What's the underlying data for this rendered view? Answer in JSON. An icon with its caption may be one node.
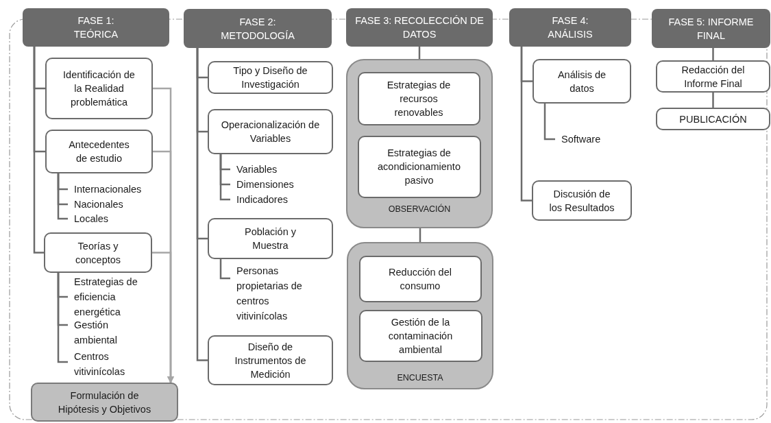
{
  "diagram": {
    "nodes": [
      {
        "text": [
          "FASE 1: TEÓRICA"
        ]
      },
      {
        "text": [
          "Identificación de la Realidad problemática"
        ]
      },
      {
        "text": [
          "Antecedentes de estudio"
        ]
      },
      {
        "text": [
          "Internacionales"
        ]
      },
      {
        "text": [
          "Nacionales"
        ]
      },
      {
        "text": [
          "Locales"
        ]
      },
      {
        "text": [
          "Teorías y conceptos"
        ]
      },
      {
        "text": [
          "Estrategias de eficiencia energética"
        ]
      },
      {
        "text": [
          "Gestión ambiental"
        ]
      },
      {
        "text": [
          "Centros vitivinícolas"
        ]
      },
      {
        "text": [
          "Formulación de Hipótesis y Objetivos"
        ]
      },
      {
        "text": [
          "FASE 2: METODOLOGÍA"
        ]
      },
      {
        "text": [
          "Tipo y Diseño de Investigación"
        ]
      },
      {
        "text": [
          "Operacionalización de Variables"
        ]
      },
      {
        "text": [
          "Variables"
        ]
      },
      {
        "text": [
          "Dimensiones"
        ]
      },
      {
        "text": [
          "Indicadores"
        ]
      },
      {
        "text": [
          "Población y Muestra"
        ]
      },
      {
        "text": [
          "Personas propietarias de centros vitivinícolas"
        ]
      },
      {
        "text": [
          "Diseño de Instrumentos de Medición"
        ]
      },
      {
        "text": [
          "FASE 3: RECOLECCIÓN DE DATOS"
        ]
      },
      {
        "text": [
          "OBSERVACIÓN"
        ]
      },
      {
        "text": [
          "Estrategias de recursos renovables"
        ],
        "in": 21
      },
      {
        "text": [
          "Estrategias de acondicionamiento pasivo"
        ],
        "in": 21
      },
      {
        "text": [
          "ENCUESTA"
        ]
      },
      {
        "text": [
          "Reducción del consumo"
        ],
        "in": 24
      },
      {
        "text": [
          "Gestión de la contaminación ambiental"
        ],
        "in": 24
      },
      {
        "text": [
          "FASE 4: ANÁLISIS"
        ]
      },
      {
        "text": [
          "Análisis de datos"
        ]
      },
      {
        "text": [
          "Software"
        ]
      },
      {
        "text": [
          "Discusión de los Resultados"
        ]
      },
      {
        "text": [
          "FASE 5: INFORME FINAL"
        ]
      },
      {
        "text": [
          "Redacción del Informe Final"
        ]
      },
      {
        "text": [
          "PUBLICACIÓN"
        ]
      }
    ],
    "edges": [
      {
        "from": 0,
        "to": 1,
        "arrow": "none"
      },
      {
        "from": 0,
        "to": 2,
        "arrow": "none"
      },
      {
        "from": 0,
        "to": 6,
        "arrow": "none"
      },
      {
        "from": 2,
        "to": 3,
        "arrow": "none"
      },
      {
        "from": 2,
        "to": 4,
        "arrow": "none"
      },
      {
        "from": 2,
        "to": 5,
        "arrow": "none"
      },
      {
        "from": 6,
        "to": 7,
        "arrow": "none"
      },
      {
        "from": 6,
        "to": 8,
        "arrow": "none"
      },
      {
        "from": 6,
        "to": 9,
        "arrow": "none"
      },
      {
        "from": 1,
        "to": 10,
        "arrow": "to",
        "color": "#a6a6a6"
      },
      {
        "from": 2,
        "to": 10,
        "arrow": "to",
        "color": "#a6a6a6"
      },
      {
        "from": 6,
        "to": 10,
        "arrow": "to",
        "color": "#a6a6a6"
      },
      {
        "from": 11,
        "to": 12,
        "arrow": "none"
      },
      {
        "from": 11,
        "to": 13,
        "arrow": "none"
      },
      {
        "from": 11,
        "to": 17,
        "arrow": "none"
      },
      {
        "from": 11,
        "to": 19,
        "arrow": "none"
      },
      {
        "from": 13,
        "to": 14,
        "arrow": "none"
      },
      {
        "from": 13,
        "to": 15,
        "arrow": "none"
      },
      {
        "from": 13,
        "to": 16,
        "arrow": "none"
      },
      {
        "from": 17,
        "to": 18,
        "arrow": "none"
      },
      {
        "from": 20,
        "to": 21,
        "arrow": "none"
      },
      {
        "from": 21,
        "to": 24,
        "arrow": "none"
      },
      {
        "from": 27,
        "to": 28,
        "arrow": "none"
      },
      {
        "from": 27,
        "to": 30,
        "arrow": "none"
      },
      {
        "from": 28,
        "to": 29,
        "arrow": "none"
      },
      {
        "from": 31,
        "to": 32,
        "arrow": "none"
      },
      {
        "from": 32,
        "to": 33,
        "arrow": "none"
      }
    ]
  }
}
